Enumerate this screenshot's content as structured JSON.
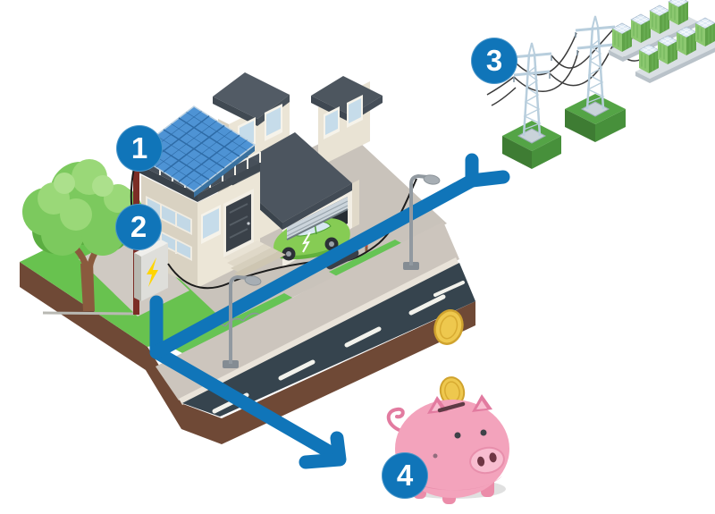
{
  "scene": {
    "description": "Isometric infographic of a house with rooftop solar panels, electricity meter, power grid pylons and a piggy bank, linked by blue flow arrows",
    "markers": [
      {
        "label": "1"
      },
      {
        "label": "2"
      },
      {
        "label": "3"
      },
      {
        "label": "4"
      }
    ],
    "colors": {
      "accent_blue": "#1075B9",
      "solar_panel_blue": "#4E93D4",
      "roof_gray": "#4C555F",
      "wall_cream": "#ECE6D7",
      "grass_green": "#68C24F",
      "road_gray": "#36444E",
      "earth_brown": "#6F4936",
      "car_green": "#86CC54",
      "piggy_pink": "#F3A3BC",
      "coin_gold": "#EEC84E",
      "lightning_yellow": "#FFD500",
      "pylon_steel": "#B8CEDD",
      "pole_maroon": "#7C2D26"
    },
    "objects": [
      "house-with-solar-panels",
      "electricity-meter",
      "utility-pole",
      "tree",
      "street-with-lamps",
      "electric-car-in-garage",
      "power-grid-pylons",
      "city-buildings",
      "falling-coin",
      "piggy-bank",
      "flow-arrows"
    ]
  }
}
